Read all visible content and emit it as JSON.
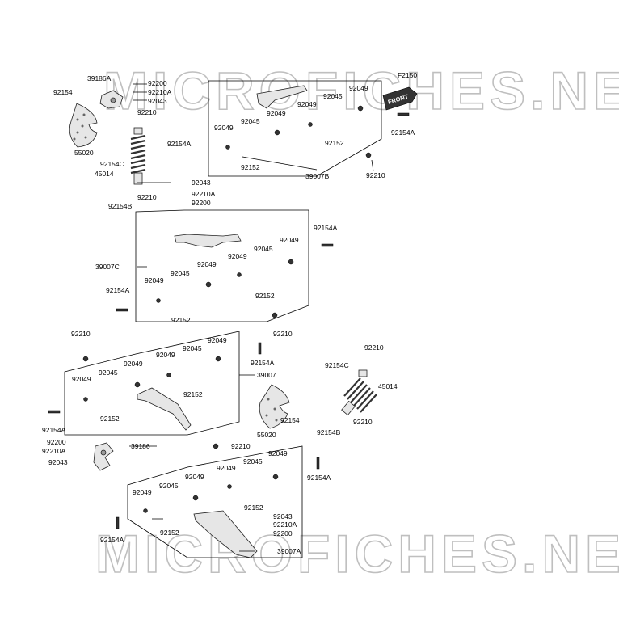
{
  "diagram": {
    "page_code": "F2150",
    "front_arrow_text": "FRONT",
    "watermark_top": "MICROFICHES.NET",
    "watermark_bottom": "MICROFICHES.NET",
    "labels": {
      "l92154_a": "92154",
      "l39186A": "39186A",
      "l92200_a": "92200",
      "l92210A_a": "92210A",
      "l92043_a": "92043",
      "l92210_a": "92210",
      "l55020_a": "55020",
      "l92154C_a": "92154C",
      "l45014_a": "45014",
      "l92154B_a": "92154B",
      "l92210_b": "92210",
      "l92154A_a": "92154A",
      "l92043_b": "92043",
      "l92210A_b": "92210A",
      "l92200_b": "92200",
      "l92049_a": "92049",
      "l92049_b": "92049",
      "l92045_a": "92045",
      "l92049_c": "92049",
      "l92049_d": "92049",
      "l92045_b": "92045",
      "l92152_a": "92152",
      "l92152_b": "92152",
      "l39007B": "39007B",
      "l92210_c": "92210",
      "l92154A_b": "92154A",
      "l92154A_c": "92154A",
      "l92049_e": "92049",
      "l92045_c": "92045",
      "l92049_f": "92049",
      "l39007C": "39007C",
      "l92045_d": "92045",
      "l92049_g": "92049",
      "l92049_h": "92049",
      "l92154A_d": "92154A",
      "l92152_c": "92152",
      "l92152_d": "92152",
      "l92210_d": "92210",
      "l92210_e": "92210",
      "l92049_i": "92049",
      "l92045_e": "92045",
      "l92049_j": "92049",
      "l92049_k": "92049",
      "l39007": "39007",
      "l92154A_e": "92154A",
      "l92049_l": "92049",
      "l92045_f": "92045",
      "l92152_e": "92152",
      "l92152_f": "92152",
      "l92154A_f": "92154A",
      "l92210_f": "92210",
      "l92154C_b": "92154C",
      "l45014_b": "45014",
      "l92210_g": "92210",
      "l92154B_b": "92154B",
      "l55020_b": "55020",
      "l92154_b": "92154",
      "l92200_c": "92200",
      "l39186": "39186",
      "l92210A_c": "92210A",
      "l92043_c": "92043",
      "l92210_h": "92210",
      "l92049_m": "92049",
      "l92045_g": "92045",
      "l92049_n": "92049",
      "l92154A_g": "92154A",
      "l92049_o": "92049",
      "l92045_h": "92045",
      "l92049_p": "92049",
      "l92152_g": "92152",
      "l92043_d": "92043",
      "l92210A_d": "92210A",
      "l92200_d": "92200",
      "l92152_h": "92152",
      "l92154A_h": "92154A",
      "l39007A": "39007A"
    }
  }
}
